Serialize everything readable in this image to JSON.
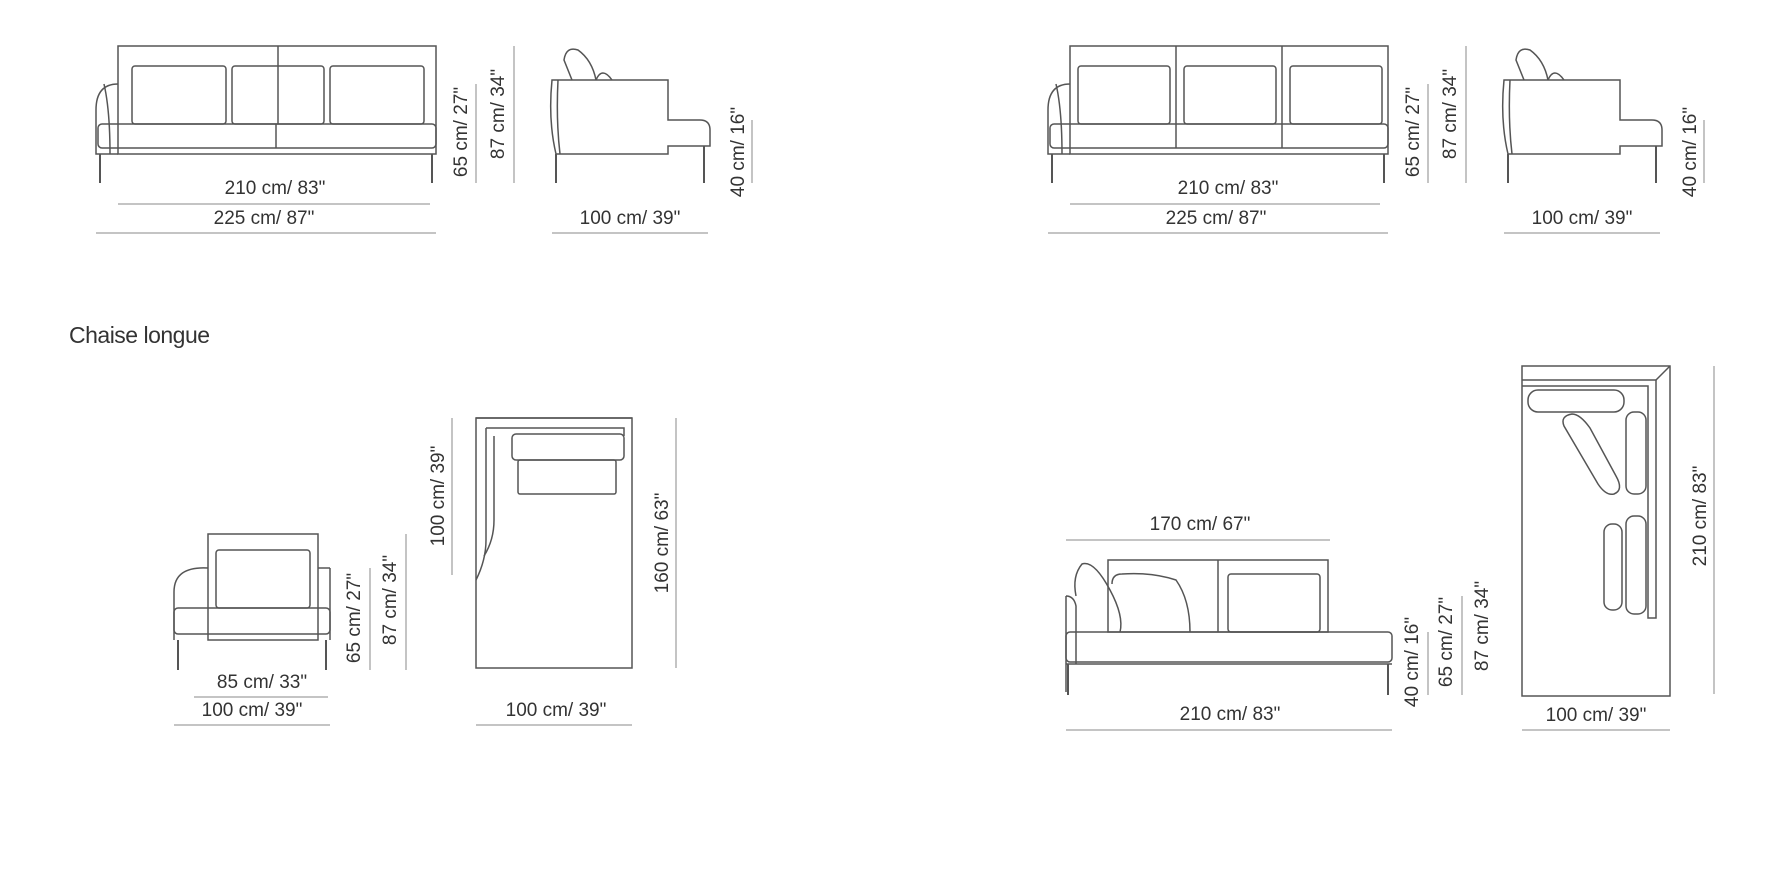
{
  "section_title": "Chaise longue",
  "sofa_left": {
    "inner_width": "210 cm/ 83\"",
    "overall_width": "225 cm/ 87\"",
    "seat_height_arm": "65 cm/ 27\"",
    "back_height": "87 cm/ 34\"",
    "side_depth": "100 cm/ 39\"",
    "seat_height": "40 cm/ 16\""
  },
  "sofa_right": {
    "inner_width": "210 cm/ 83\"",
    "overall_width": "225 cm/ 87\"",
    "seat_height_arm": "65 cm/ 27\"",
    "back_height": "87 cm/ 34\"",
    "side_depth": "100 cm/ 39\"",
    "seat_height": "40 cm/ 16\""
  },
  "chaise_small": {
    "inner_width": "85 cm/ 33\"",
    "overall_width": "100 cm/ 39\"",
    "seat_height_arm": "65 cm/ 27\"",
    "back_height": "87 cm/ 34\"",
    "plan_back_depth": "100 cm/ 39\"",
    "plan_length": "160 cm/ 63\"",
    "plan_width": "100 cm/ 39\""
  },
  "chaise_large": {
    "back_width": "170 cm/ 67\"",
    "overall_width": "210 cm/ 83\"",
    "seat_height": "40 cm/ 16\"",
    "seat_height_arm": "65 cm/ 27\"",
    "back_height": "87 cm/ 34\"",
    "plan_length": "210 cm/ 83\"",
    "plan_width": "100 cm/ 39\""
  }
}
